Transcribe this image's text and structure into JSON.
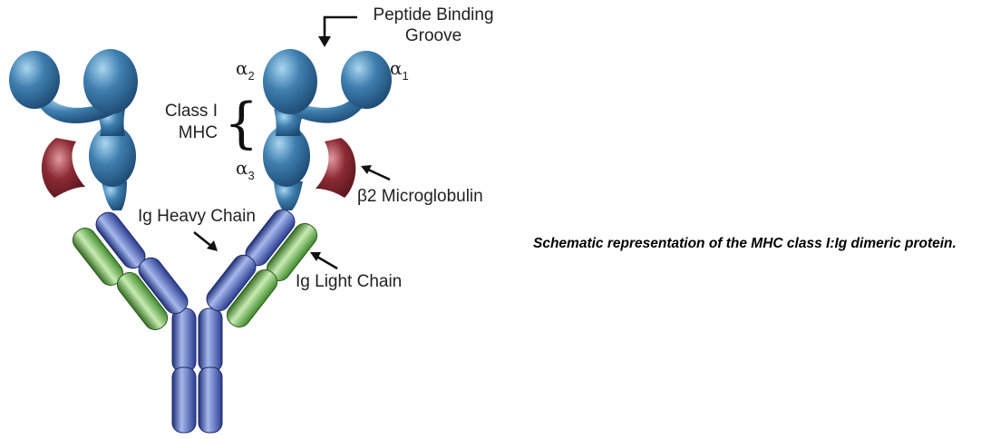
{
  "labels": {
    "peptide_binding_line1": "Peptide Binding",
    "peptide_binding_line2": "Groove",
    "alpha_symbol": "α",
    "alpha1_subscript": "1",
    "alpha2_subscript": "2",
    "alpha3_subscript": "3",
    "class_i_line1": "Class I",
    "class_i_line2": "MHC",
    "brace": "{",
    "beta2_microglobulin": "β2 Microglobulin",
    "ig_heavy_chain": "Ig Heavy Chain",
    "ig_light_chain": "Ig Light Chain"
  },
  "caption": "Schematic representation of the MHC class I:Ig dimeric protein.",
  "colors": {
    "mhc_domain": "#3f7fb0",
    "beta2_microglobulin": "#8c2b35",
    "heavy_chain": "#4a5fb0",
    "light_chain": "#6fb356",
    "arrow": "#111111"
  }
}
